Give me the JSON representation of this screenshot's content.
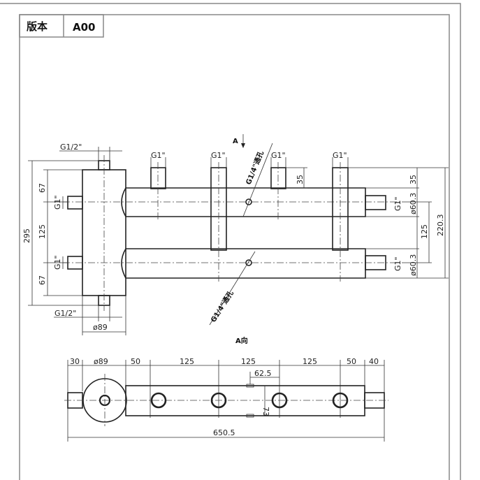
{
  "header": {
    "version_label": "版本",
    "version_value": "A00"
  },
  "main_view": {
    "view_marker": "A",
    "top_left_port": "G1/2\"",
    "bottom_left_port": "G1/2\"",
    "top_ports": [
      "G1\"",
      "G1\"",
      "G1\"",
      "G1\""
    ],
    "left_ports": [
      "G1\"",
      "G1\""
    ],
    "right_ports": [
      "G1\"",
      "G1\""
    ],
    "vent_upper": "G1/4\"通孔",
    "vent_lower": "G1/4\"通孔",
    "dims": {
      "overall_height": "295",
      "left_top": "67",
      "left_mid": "125",
      "left_bottom": "67",
      "body_diameter": "ø89",
      "stub_height_mid": "35",
      "right_stub": "35",
      "right_pipe_upper": "ø60.3",
      "right_pipe_lower": "ø60.3",
      "right_spacing": "125",
      "right_total": "220.3"
    }
  },
  "view_a": {
    "title": "A向",
    "dims_top": [
      "30",
      "ø89",
      "50",
      "125",
      "125",
      "125",
      "50",
      "40"
    ],
    "bracket_offset": "62.5",
    "bracket_height": "73",
    "overall_length": "650.5"
  }
}
